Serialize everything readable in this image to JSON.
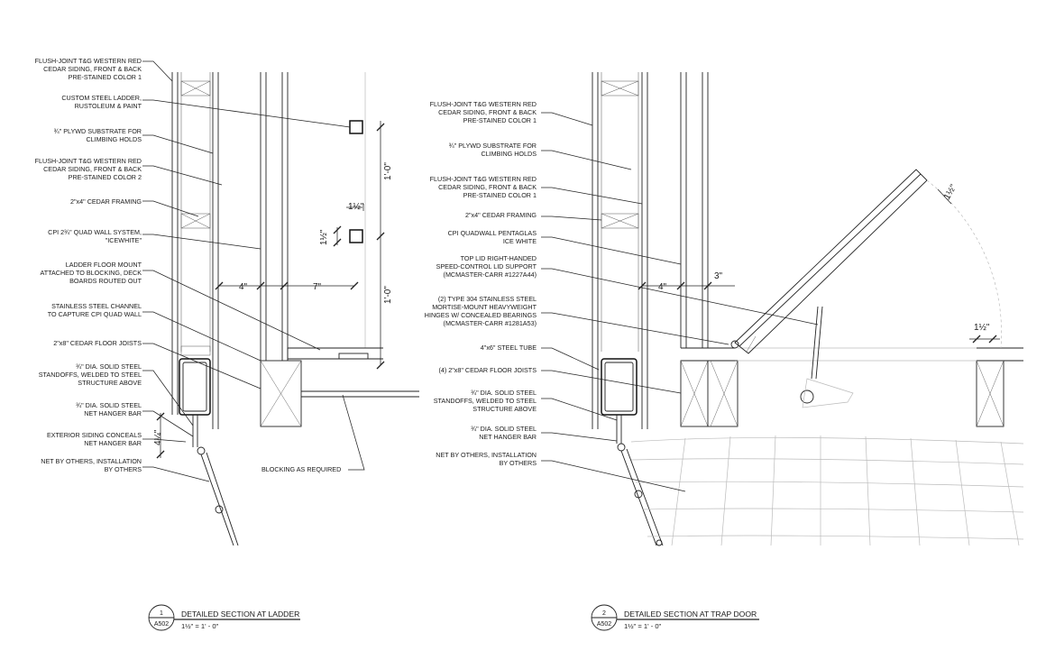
{
  "left_section": {
    "notes": [
      "FLUSH-JOINT T&G WESTERN RED",
      "CEDAR SIDING, FRONT & BACK",
      "PRE-STAINED COLOR 1",
      "CUSTOM STEEL LADDER,",
      "RUSTOLEUM & PAINT",
      "¾\" PLYWD SUBSTRATE FOR",
      "CLIMBING HOLDS",
      "FLUSH-JOINT T&G WESTERN RED",
      "CEDAR SIDING, FRONT & BACK",
      "PRE-STAINED COLOR 2",
      "2\"x4\" CEDAR FRAMING",
      "CPI 2¾\" QUAD WALL SYSTEM,",
      "\"ICEWHITE\"",
      "LADDER FLOOR MOUNT",
      "ATTACHED TO BLOCKING, DECK",
      "BOARDS ROUTED OUT",
      "STAINLESS STEEL CHANNEL",
      "TO CAPTURE CPI QUAD WALL",
      "2\"x8\" CEDAR FLOOR JOISTS",
      "¾\" DIA. SOLID STEEL",
      "STANDOFFS, WELDED TO STEEL",
      "STRUCTURE ABOVE",
      "¾\" DIA. SOLID STEEL",
      "NET HANGER BAR",
      "EXTERIOR SIDING CONCEALS",
      "NET HANGER BAR",
      "NET BY OTHERS, INSTALLATION",
      "BY OTHERS"
    ],
    "blocking_note": "BLOCKING AS REQUIRED",
    "dims": [
      "4\"",
      "7\"",
      "1'-0\"",
      "1'-0\"",
      "1½\"",
      "1½\"",
      "4¼\""
    ]
  },
  "right_section": {
    "notes": [
      "FLUSH-JOINT T&G WESTERN RED",
      "CEDAR SIDING, FRONT & BACK",
      "PRE-STAINED COLOR 1",
      "¾\" PLYWD SUBSTRATE FOR",
      "CLIMBING HOLDS",
      "FLUSH-JOINT T&G WESTERN RED",
      "CEDAR SIDING, FRONT & BACK",
      "PRE-STAINED COLOR 1",
      "2\"x4\" CEDAR FRAMING",
      "CPI QUADWALL PENTAGLAS",
      "ICE WHITE",
      "TOP LID RIGHT-HANDED",
      "SPEED-CONTROL LID SUPPORT",
      "(MCMASTER-CARR #1227A44)",
      "(2) TYPE 304 STAINLESS STEEL",
      "MORTISE-MOUNT HEAVYWEIGHT",
      "HINGES W/ CONCEALED BEARINGS",
      "(MCMASTER-CARR #1281A53)",
      "4\"x6\" STEEL TUBE",
      "(4) 2\"x8\" CEDAR FLOOR JOISTS",
      "¾\" DIA. SOLID STEEL",
      "STANDOFFS, WELDED TO STEEL",
      "STRUCTURE ABOVE",
      "¾\" DIA. SOLID STEEL",
      "NET HANGER BAR",
      "NET BY OTHERS, INSTALLATION",
      "BY OTHERS"
    ],
    "dims": [
      "4\"",
      "3\"",
      "1½\"",
      "1½\""
    ]
  },
  "titles": [
    {
      "number": "1",
      "sheet": "A502",
      "title": "DETAILED SECTION AT LADDER",
      "scale": "1½\" = 1' - 0\""
    },
    {
      "number": "2",
      "sheet": "A502",
      "title": "DETAILED SECTION AT TRAP DOOR",
      "scale": "1½\" = 1' - 0\""
    }
  ]
}
